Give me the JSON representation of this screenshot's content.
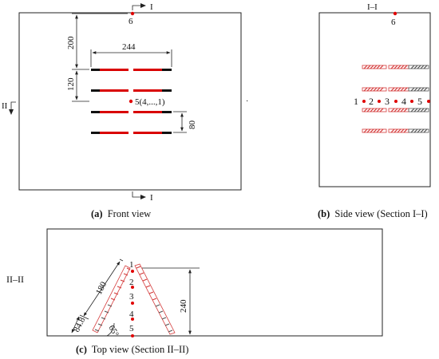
{
  "front": {
    "section_marker_top": "I",
    "section_marker_bottom": "I",
    "section_marker_left": "II",
    "point_top": "6",
    "point_center": "5(4,...,1)",
    "dim_width": "244",
    "dim_top": "200",
    "dim_mid": "120",
    "dim_right": "80",
    "caption_letter": "(a)",
    "caption_text": "Front view"
  },
  "side": {
    "section_title": "I–I",
    "point_top": "6",
    "points": [
      "1",
      "2",
      "3",
      "4",
      "5"
    ],
    "caption_letter": "(b)",
    "caption_text": "Side view (Section I–I)"
  },
  "top": {
    "section_title": "II–II",
    "points": [
      "1",
      "2",
      "3",
      "4",
      "5"
    ],
    "dim_slant": "180",
    "dim_small": "84.8",
    "dim_height": "240",
    "angle": "65°",
    "caption_letter": "(c)",
    "caption_text": "Top view (Section II–II)"
  },
  "colors": {
    "point_red": "#e00000",
    "bar_red": "#d90000",
    "hatch_red": "#d43a3a",
    "bar_black": "#111111"
  }
}
